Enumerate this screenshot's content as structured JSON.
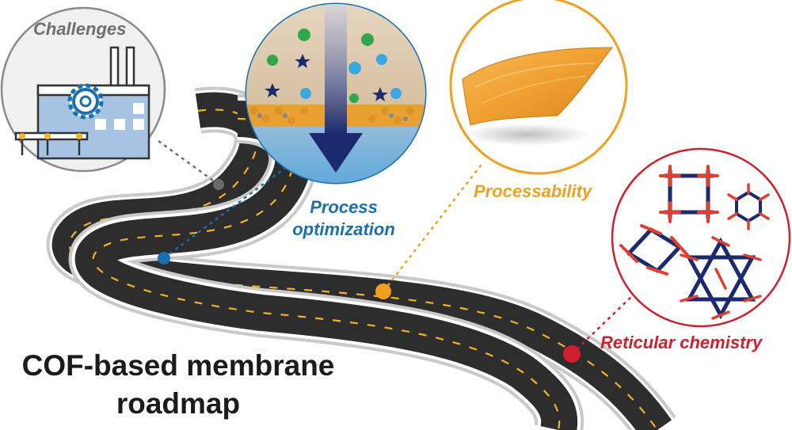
{
  "labels": {
    "challenges": "Challenges",
    "process_line1": "Process",
    "process_line2": "optimization",
    "processability": "Processability",
    "reticular": "Reticular chemistry"
  },
  "title": {
    "line1": "COF-based membrane",
    "line2": "roadmap"
  },
  "colors": {
    "challenges": "#8a8a8a",
    "process": "#1a6fb0",
    "processability": "#f0a020",
    "reticular": "#d01f2c",
    "road": "#2b2b2b",
    "lane_marking": "#f2b221"
  },
  "icons": [
    "factory-icon",
    "gear-icon",
    "conveyor-icon",
    "membrane-filtration-icon",
    "arrow-down-icon",
    "flexible-film-icon",
    "cof-lattice-icon"
  ]
}
